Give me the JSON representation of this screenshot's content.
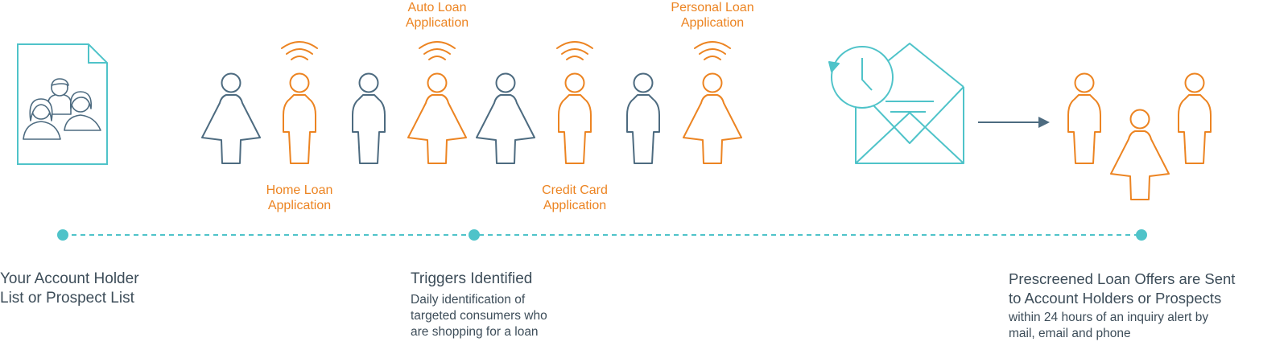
{
  "colors": {
    "slate": "#4d6b80",
    "orange": "#ec8422",
    "teal": "#4fc3c9",
    "text": "#3d4d59"
  },
  "trigger_labels": [
    {
      "line1": "Auto Loan",
      "line2": "Application"
    },
    {
      "line1": "Personal Loan",
      "line2": "Application"
    },
    {
      "line1": "Home Loan",
      "line2": "Application"
    },
    {
      "line1": "Credit Card",
      "line2": "Application"
    }
  ],
  "steps": [
    {
      "title_line1": "Your Account Holder",
      "title_line2": "List or Prospect List",
      "desc_line1": "",
      "desc_line2": "",
      "desc_line3": ""
    },
    {
      "title_line1": "Triggers Identified",
      "title_line2": "",
      "desc_line1": "Daily identification of",
      "desc_line2": "targeted consumers who",
      "desc_line3": "are shopping for a loan"
    },
    {
      "title_line1": "Prescreened Loan Offers are Sent",
      "title_line2": "to Account Holders or Prospects",
      "desc_line1": "within 24 hours of an inquiry alert by",
      "desc_line2": "mail, email and phone",
      "desc_line3": ""
    }
  ],
  "icons": {
    "document": "account-list-document-icon",
    "mail": "mail-with-clock-icon",
    "arrow": "arrow-right-icon",
    "signal": "signal-waves-icon"
  }
}
